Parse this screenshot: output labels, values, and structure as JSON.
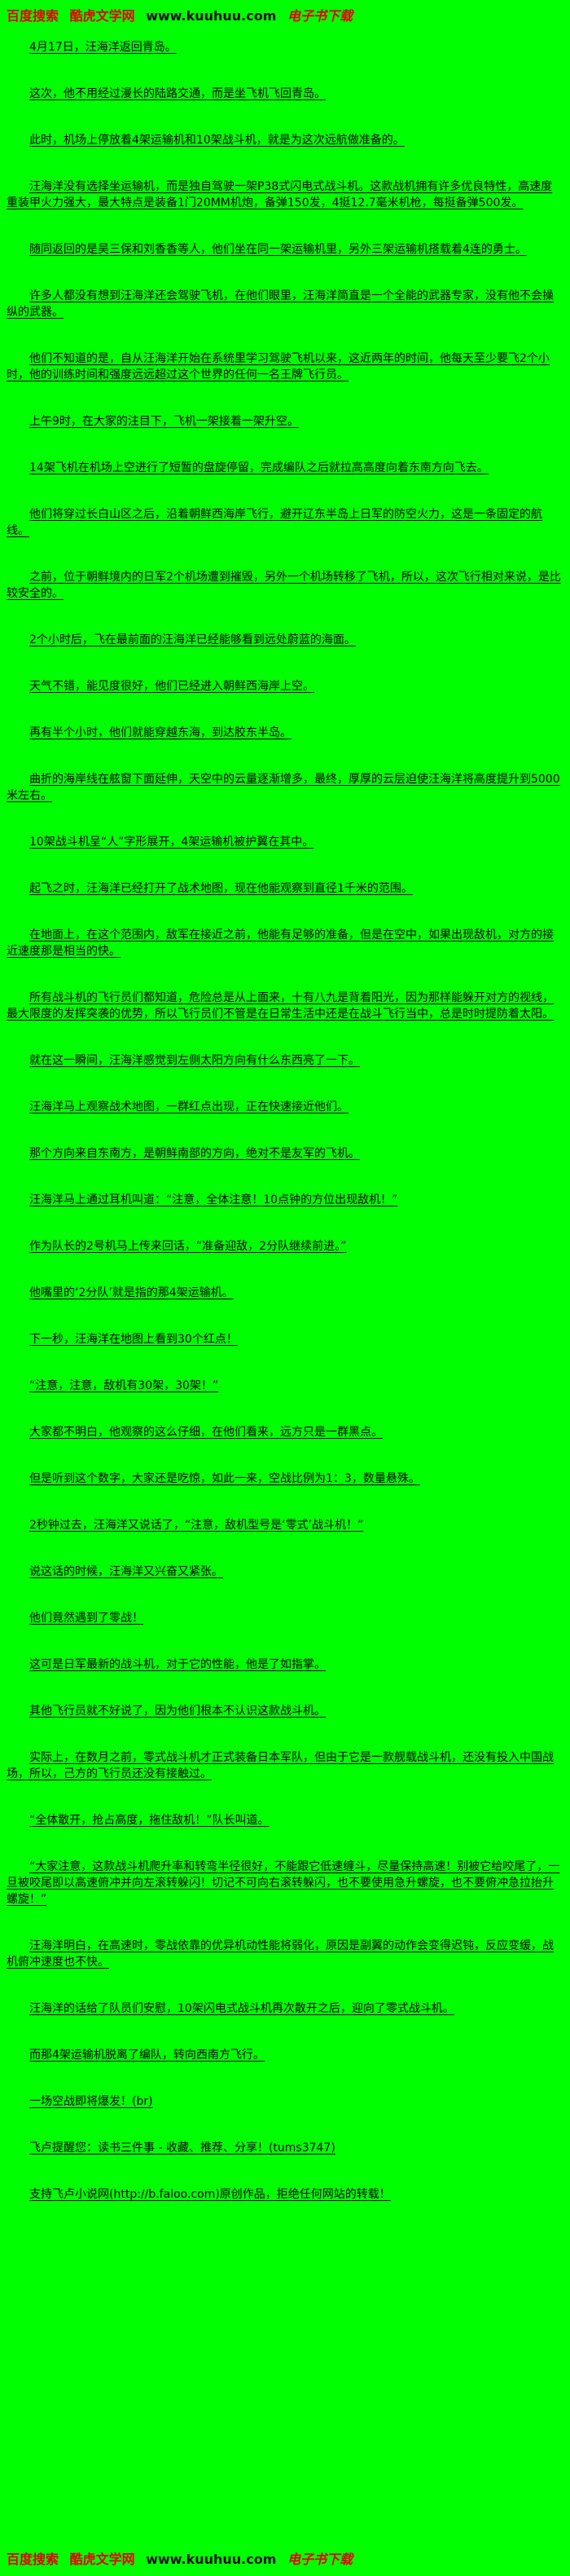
{
  "header": {
    "search_prefix": "百度搜索",
    "site_name": "酷虎文学网",
    "site_url": "www.kuuhuu.com",
    "suffix": "电子书下载"
  },
  "footer": {
    "search_prefix": "百度搜索",
    "site_name": "酷虎文学网",
    "site_url": "www.kuuhuu.com",
    "suffix": "电子书下载"
  },
  "content": {
    "paragraphs": [
      "4月17日，汪海洋返回青岛。",
      "这次，他不用经过漫长的陆路交通，而是坐飞机飞回青岛。",
      "此时，机场上停放着4架运输机和10架战斗机，就是为这次远航做准备的。",
      "汪海洋没有选择坐运输机，而是独自驾驶一架P38式闪电式战斗机。这款战机拥有许多优良特性，高速度重装甲火力强大，最大特点是装备1门20MM机炮，备弹150发，4挺12.7毫米机枪，每挺备弹500发。",
      "随同返回的是吴三保和刘香香等人，他们坐在同一架运输机里，另外三架运输机搭载着4连的勇士。",
      "许多人都没有想到汪海洋还会驾驶飞机，在他们眼里，汪海洋简直是一个全能的武器专家，没有他不会操纵的武器。",
      "他们不知道的是，自从汪海洋开始在系统里学习驾驶飞机以来，这近两年的时间，他每天至少要飞2个小时，他的训练时间和强度远远超过这个世界的任何一名王牌飞行员。",
      "上午9时，在大家的注目下，飞机一架接着一架升空。",
      "14架飞机在机场上空进行了短暂的盘旋停留，完成编队之后就拉高高度向着东南方向飞去。",
      "他们将穿过长白山区之后，沿着朝鲜西海岸飞行，避开辽东半岛上日军的防空火力，这是一条固定的航线。",
      "之前，位于朝鲜境内的日军2个机场遭到摧毁，另外一个机场转移了飞机，所以，这次飞行相对来说，是比较安全的。",
      "2个小时后，飞在最前面的汪海洋已经能够看到远处蔚蓝的海面。",
      "天气不错，能见度很好，他们已经进入朝鲜西海岸上空。",
      "再有半个小时，他们就能穿越东海，到达胶东半岛。",
      "曲折的海岸线在舷窗下面延伸，天空中的云量逐渐增多，最终，厚厚的云层迫使汪海洋将高度提升到5000米左右。",
      "10架战斗机呈“人”字形展开，4架运输机被护翼在其中。",
      "起飞之时，汪海洋已经打开了战术地图，现在他能观察到直径1千米的范围。",
      "在地面上，在这个范围内，敌军在接近之前，他能有足够的准备，但是在空中，如果出现敌机，对方的接近速度那是相当的快。",
      "所有战斗机的飞行员们都知道，危险总是从上面来，十有八九是背着阳光，因为那样能躲开对方的视线，最大限度的发挥突袭的优势，所以飞行员们不管是在日常生活中还是在战斗飞行当中，总是时时提防着太阳。",
      "就在这一瞬间，汪海洋感觉到左侧太阳方向有什么东西亮了一下。",
      "汪海洋马上观察战术地图，一群红点出现，正在快速接近他们。",
      "那个方向来自东南方，是朝鲜南部的方向，绝对不是友军的飞机。",
      "汪海洋马上通过耳机叫道：“注意，全体注意！10点钟的方位出现敌机！”",
      "作为队长的2号机马上传来回话，“准备迎敌，2分队继续前进。”",
      "他嘴里的‘2分队’就是指的那4架运输机。",
      "下一秒，汪海洋在地图上看到30个红点！",
      "“注意，注意，敌机有30架，30架！”",
      "大家都不明白，他观察的这么仔细，在他们看来，远方只是一群黑点。",
      "但是听到这个数字，大家还是吃惊，如此一来，空战比例为1：3，数量悬殊。",
      "2秒钟过去，汪海洋又说话了，“注意，敌机型号是‘零式’战斗机！”",
      "说这话的时候，汪海洋又兴奋又紧张。",
      "他们竟然遇到了零战！",
      "这可是日军最新的战斗机，对于它的性能，他是了如指掌。",
      "其他飞行员就不好说了，因为他们根本不认识这款战斗机。",
      "实际上，在数月之前，零式战斗机才正式装备日本军队，但由于它是一款舰载战斗机，还没有投入中国战场，所以，己方的飞行员还没有接触过。",
      "“全体散开，抢占高度，拖住敌机！”队长叫道。",
      "“大家注意，这款战斗机爬升率和转弯半径很好，不能跟它低速缠斗，尽量保持高速！别被它给咬尾了，一旦被咬尾即以高速俯冲并向左滚转躲闪！切记不可向右滚转躲闪，也不要使用急升螺旋，也不要俯冲急拉抬升螺旋！”",
      "汪海洋明白，在高速时，零战依靠的优异机动性能将弱化，原因是副翼的动作会变得迟钝，反应变缓，战机俯冲速度也不快。",
      "汪海洋的话给了队员们安慰，10架闪电式战斗机再次散开之后，迎向了零式战斗机。",
      "而那4架运输机脱离了编队，转向西南方飞行。",
      "一场空战即将爆发！(br)",
      "飞卢提醒您：读书三件事 - 收藏、推荐、分享！(tums3747)",
      "支持飞卢小说网(http://b.faloo.com)原创作品，拒绝任何网站的转载！"
    ]
  }
}
